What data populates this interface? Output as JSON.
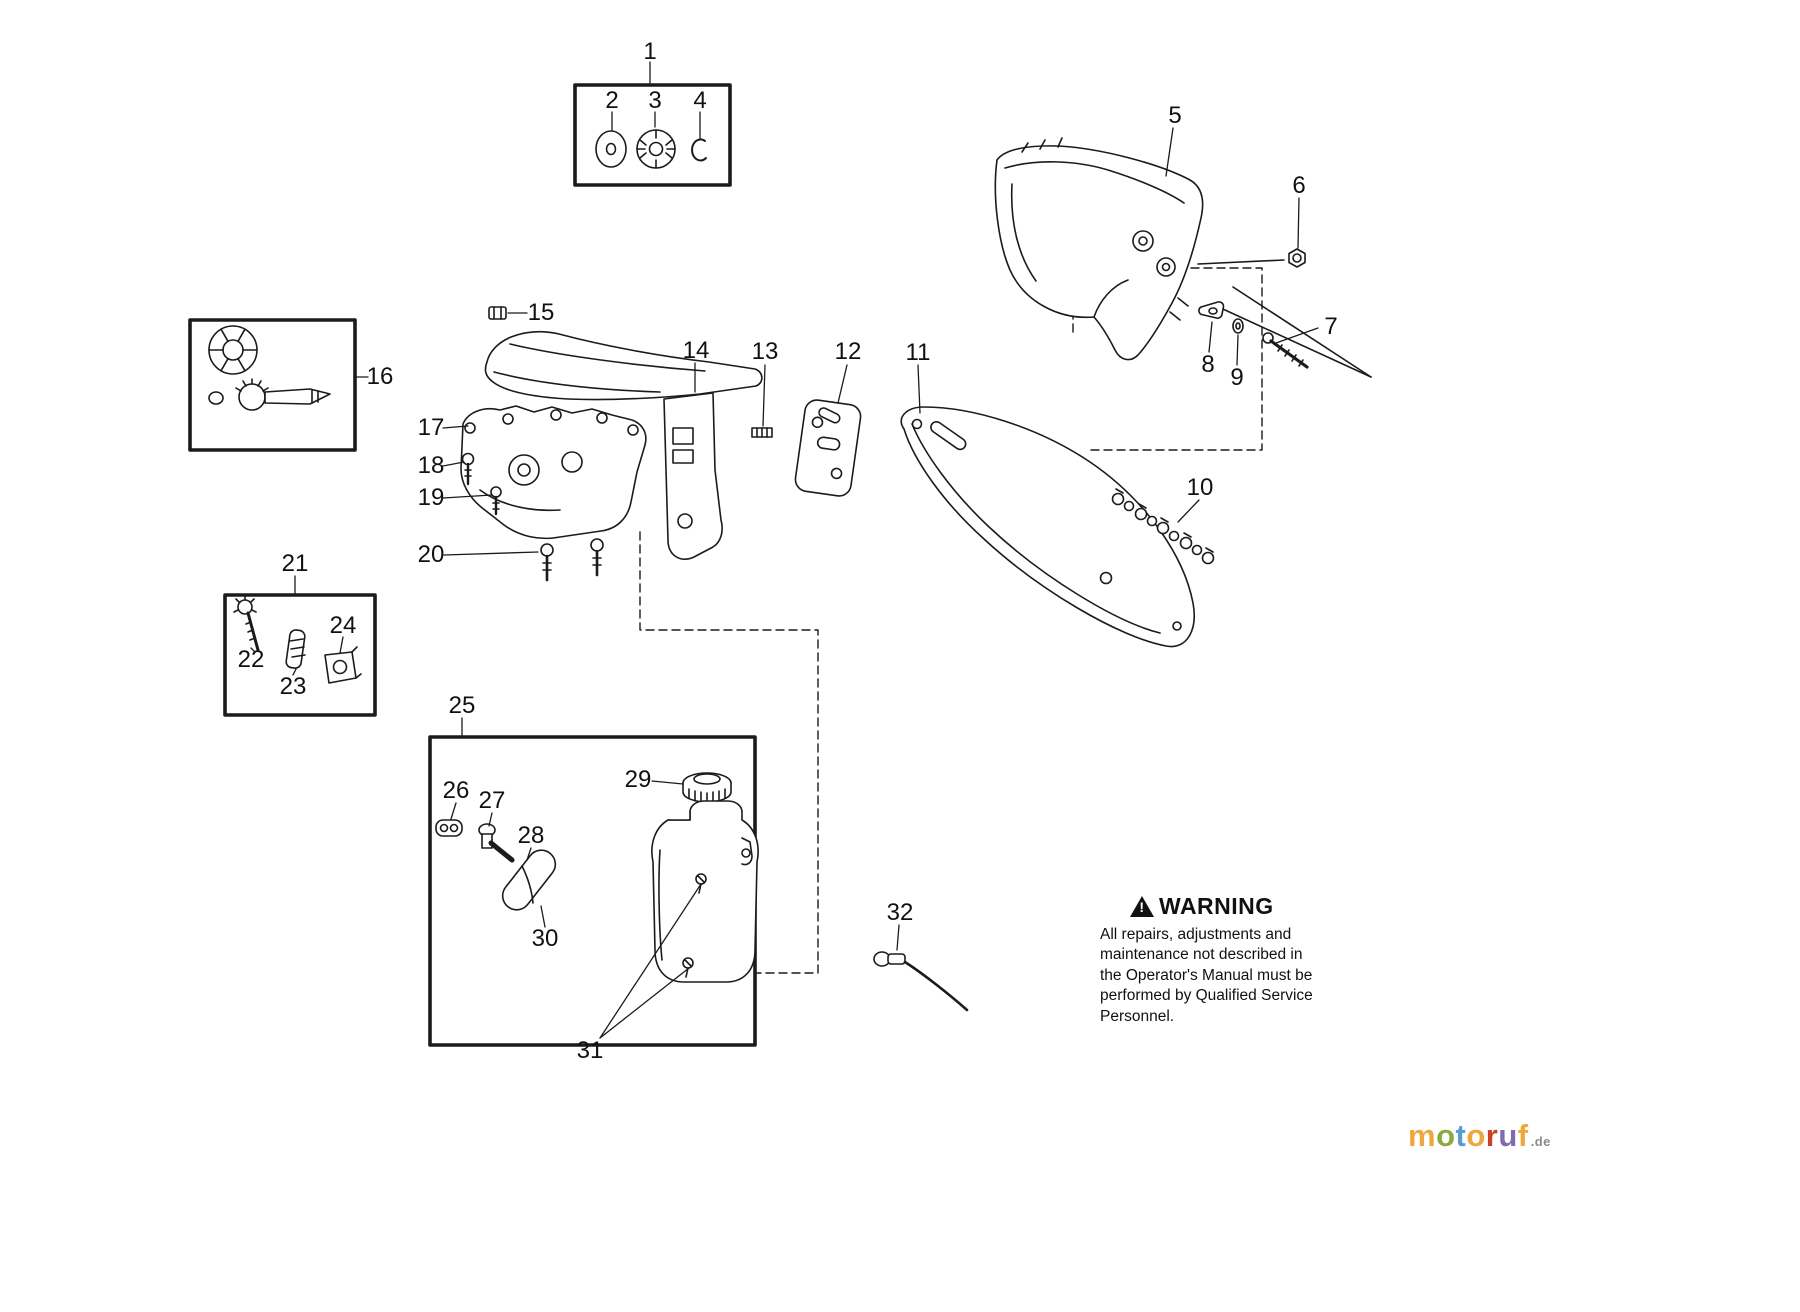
{
  "diagram": {
    "callouts": [
      {
        "id": "1"
      },
      {
        "id": "2"
      },
      {
        "id": "3"
      },
      {
        "id": "4"
      },
      {
        "id": "5"
      },
      {
        "id": "6"
      },
      {
        "id": "7"
      },
      {
        "id": "8"
      },
      {
        "id": "9"
      },
      {
        "id": "10"
      },
      {
        "id": "11"
      },
      {
        "id": "12"
      },
      {
        "id": "13"
      },
      {
        "id": "14"
      },
      {
        "id": "15"
      },
      {
        "id": "16"
      },
      {
        "id": "17"
      },
      {
        "id": "18"
      },
      {
        "id": "19"
      },
      {
        "id": "20"
      },
      {
        "id": "21"
      },
      {
        "id": "22"
      },
      {
        "id": "23"
      },
      {
        "id": "24"
      },
      {
        "id": "25"
      },
      {
        "id": "26"
      },
      {
        "id": "27"
      },
      {
        "id": "28"
      },
      {
        "id": "29"
      },
      {
        "id": "30"
      },
      {
        "id": "31"
      },
      {
        "id": "32"
      }
    ],
    "line_color": "#1b1b1b"
  },
  "warning": {
    "icon": "warning-triangle-icon",
    "icon_glyph": "!",
    "title": "WARNING",
    "lines": [
      "All repairs, adjustments and",
      "maintenance not described in",
      "the Operator's Manual must be",
      "performed by Qualified Service",
      "Personnel."
    ]
  },
  "logo": {
    "letters": [
      {
        "char": "m",
        "color": "#eda83b"
      },
      {
        "char": "o",
        "color": "#8aab3c"
      },
      {
        "char": "t",
        "color": "#5b9bd5"
      },
      {
        "char": "o",
        "color": "#eda83b"
      },
      {
        "char": "r",
        "color": "#cc4125"
      },
      {
        "char": "u",
        "color": "#7e6bb0"
      },
      {
        "char": "f",
        "color": "#eda83b"
      }
    ],
    "suffix": ".de",
    "suffix_color": "#8a8a8a"
  }
}
